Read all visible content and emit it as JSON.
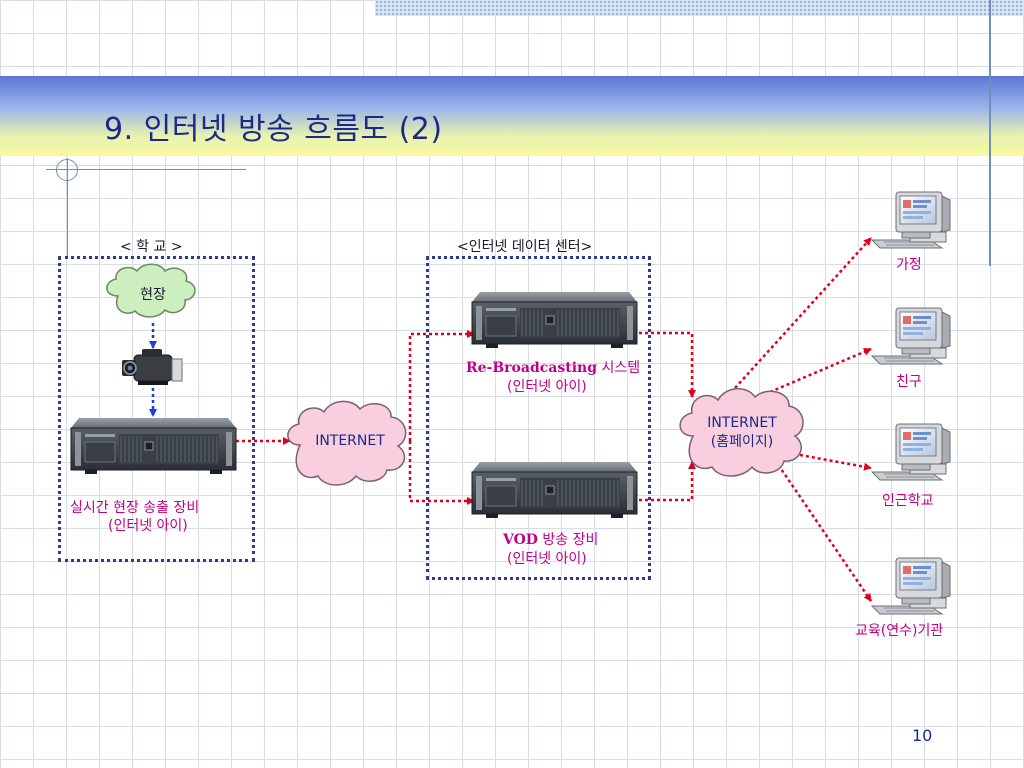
{
  "slide": {
    "title": "9. 인터넷 방송 흐름도 (2)",
    "page_number": "10"
  },
  "diagram": {
    "school_box_label": "< 학 교 >",
    "datacenter_box_label": "<인터넷 데이터 센터>",
    "scene_cloud": "현장",
    "internet_cloud_left": "INTERNET",
    "internet_cloud_right_line1": "INTERNET",
    "internet_cloud_right_line2": "(홈페이지)",
    "encoder_label_line1": "실시간 현장  송출 장비",
    "encoder_label_line2": "(인터넷 아이)",
    "rebroadcast_label_line1_bold": "Re-Broadcasting",
    "rebroadcast_label_line1_rest": " 시스템",
    "rebroadcast_label_line2": "(인터넷 아이)",
    "vod_label_line1_bold": "VOD",
    "vod_label_line1_rest": " 방송 장비",
    "vod_label_line2": "(인터넷 아이)",
    "clients": [
      "가정",
      "친구",
      "인근학교",
      "교육(연수)기관"
    ]
  },
  "colors": {
    "title_text": "#1b2a8a",
    "box_border": "#2e3a8c",
    "arrow_red": "#e0001a",
    "arrow_blue": "#1a3fd6",
    "cloud_green": "#cdeec0",
    "cloud_pink": "#f9cfe0",
    "label_magenta": "#c0008a"
  }
}
